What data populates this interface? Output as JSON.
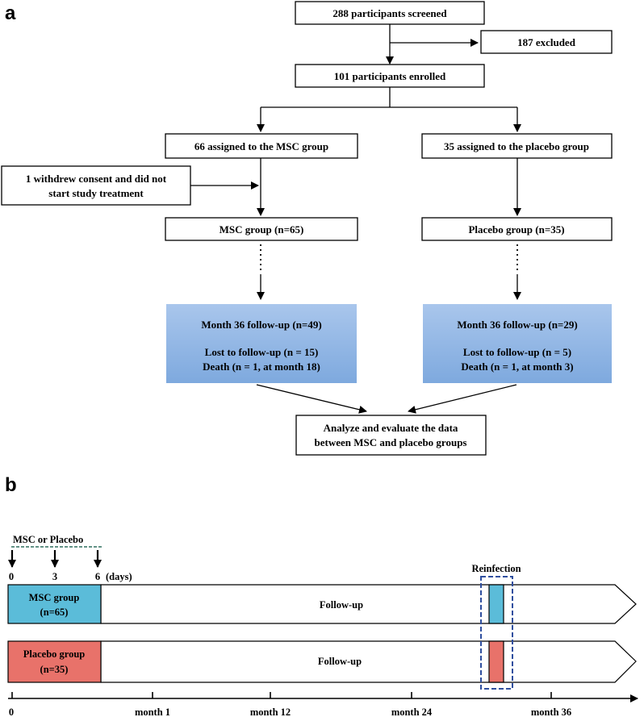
{
  "panel_a": {
    "label": "a",
    "screened": "288 participants  screened",
    "excluded": "187 excluded",
    "enrolled": "101 participants enrolled",
    "msc_assigned": "66 assigned to the MSC group",
    "placebo_assigned": "35 assigned to the placebo group",
    "withdrew_line1": "1 withdrew consent and did not",
    "withdrew_line2": "start study treatment",
    "msc_group": "MSC group (n=65)",
    "placebo_group": "Placebo group (n=35)",
    "msc_followup": {
      "title": "Month 36 follow-up (n=49)",
      "lost": "Lost to follow-up   (n = 15)",
      "death": "Death  (n = 1, at month 18)"
    },
    "placebo_followup": {
      "title": "Month 36 follow-up (n=29)",
      "lost": "Lost to follow-up   (n = 5)",
      "death": "Death  (n = 1, at month 3)"
    },
    "analyze_line1": "Analyze and evaluate the data",
    "analyze_line2": "between MSC and placebo groups"
  },
  "panel_b": {
    "label": "b",
    "treatment_label": "MSC  or  Placebo",
    "day_ticks": [
      "0",
      "3",
      "6"
    ],
    "days_unit": "(days)",
    "reinfection": "Reinfection",
    "msc_bar": {
      "line1": "MSC group",
      "line2": "(n=65)",
      "followup": "Follow-up"
    },
    "placebo_bar": {
      "line1": "Placebo group",
      "line2": "(n=35)",
      "followup": "Follow-up"
    },
    "axis_labels": [
      "0",
      "month 1",
      "month 12",
      "month 24",
      "month 36"
    ]
  },
  "colors": {
    "followup_box": "#8db4e2",
    "msc": "#5bbcd9",
    "placebo": "#e8726a",
    "dashed_box": "#2f4f9f",
    "dashed_line": "#2e6e5e"
  }
}
